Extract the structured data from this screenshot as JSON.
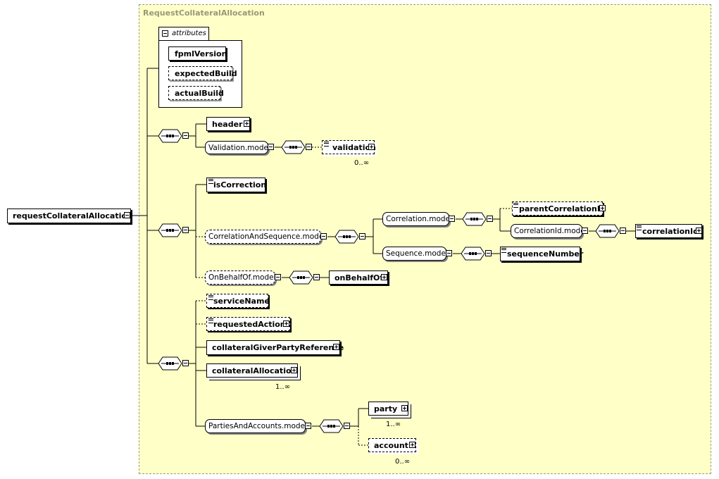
{
  "frame_title": "RequestCollateralAllocation",
  "root": {
    "label": "requestCollateralAllocation"
  },
  "attributes": {
    "tab_label": "attributes",
    "items": [
      "fpmlVersion",
      "expectedBuild",
      "actualBuild"
    ]
  },
  "elements": {
    "header": "header",
    "validation": "validation",
    "isCorrection": "isCorrection",
    "parentCorrelationId": "parentCorrelationId",
    "correlationId": "correlationId",
    "sequenceNumber": "sequenceNumber",
    "onBehalfOf": "onBehalfOf",
    "serviceName": "serviceName",
    "requestedAction": "requestedAction",
    "collateralGiverPartyReference": "collateralGiverPartyReference",
    "collateralAllocation": "collateralAllocation",
    "party": "party",
    "account": "account"
  },
  "models": {
    "validation_model": "Validation.model",
    "correlation_and_sequence_model": "CorrelationAndSequence.model",
    "correlation_model": "Correlation.model",
    "correlation_id_model": "CorrelationId.model",
    "sequence_model": "Sequence.model",
    "on_behalf_of_model": "OnBehalfOf.model",
    "parties_and_accounts_model": "PartiesAndAccounts.model"
  },
  "cardinalities": {
    "validation": "0..∞",
    "collateralAllocation": "1..∞",
    "party": "1..∞",
    "account": "0..∞"
  }
}
